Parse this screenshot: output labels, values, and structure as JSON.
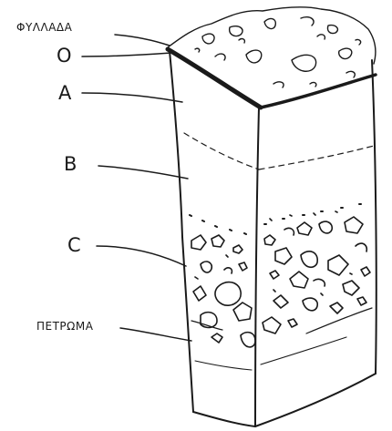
{
  "labels": {
    "leaves": "ΦΥΛΛΑΔΑ",
    "o": "O",
    "a": "A",
    "b": "B",
    "c": "C",
    "rock": "ΠΕΤΡΩΜΑ"
  },
  "colors": {
    "ink": "#1a1a1a",
    "paper": "#ffffff"
  }
}
